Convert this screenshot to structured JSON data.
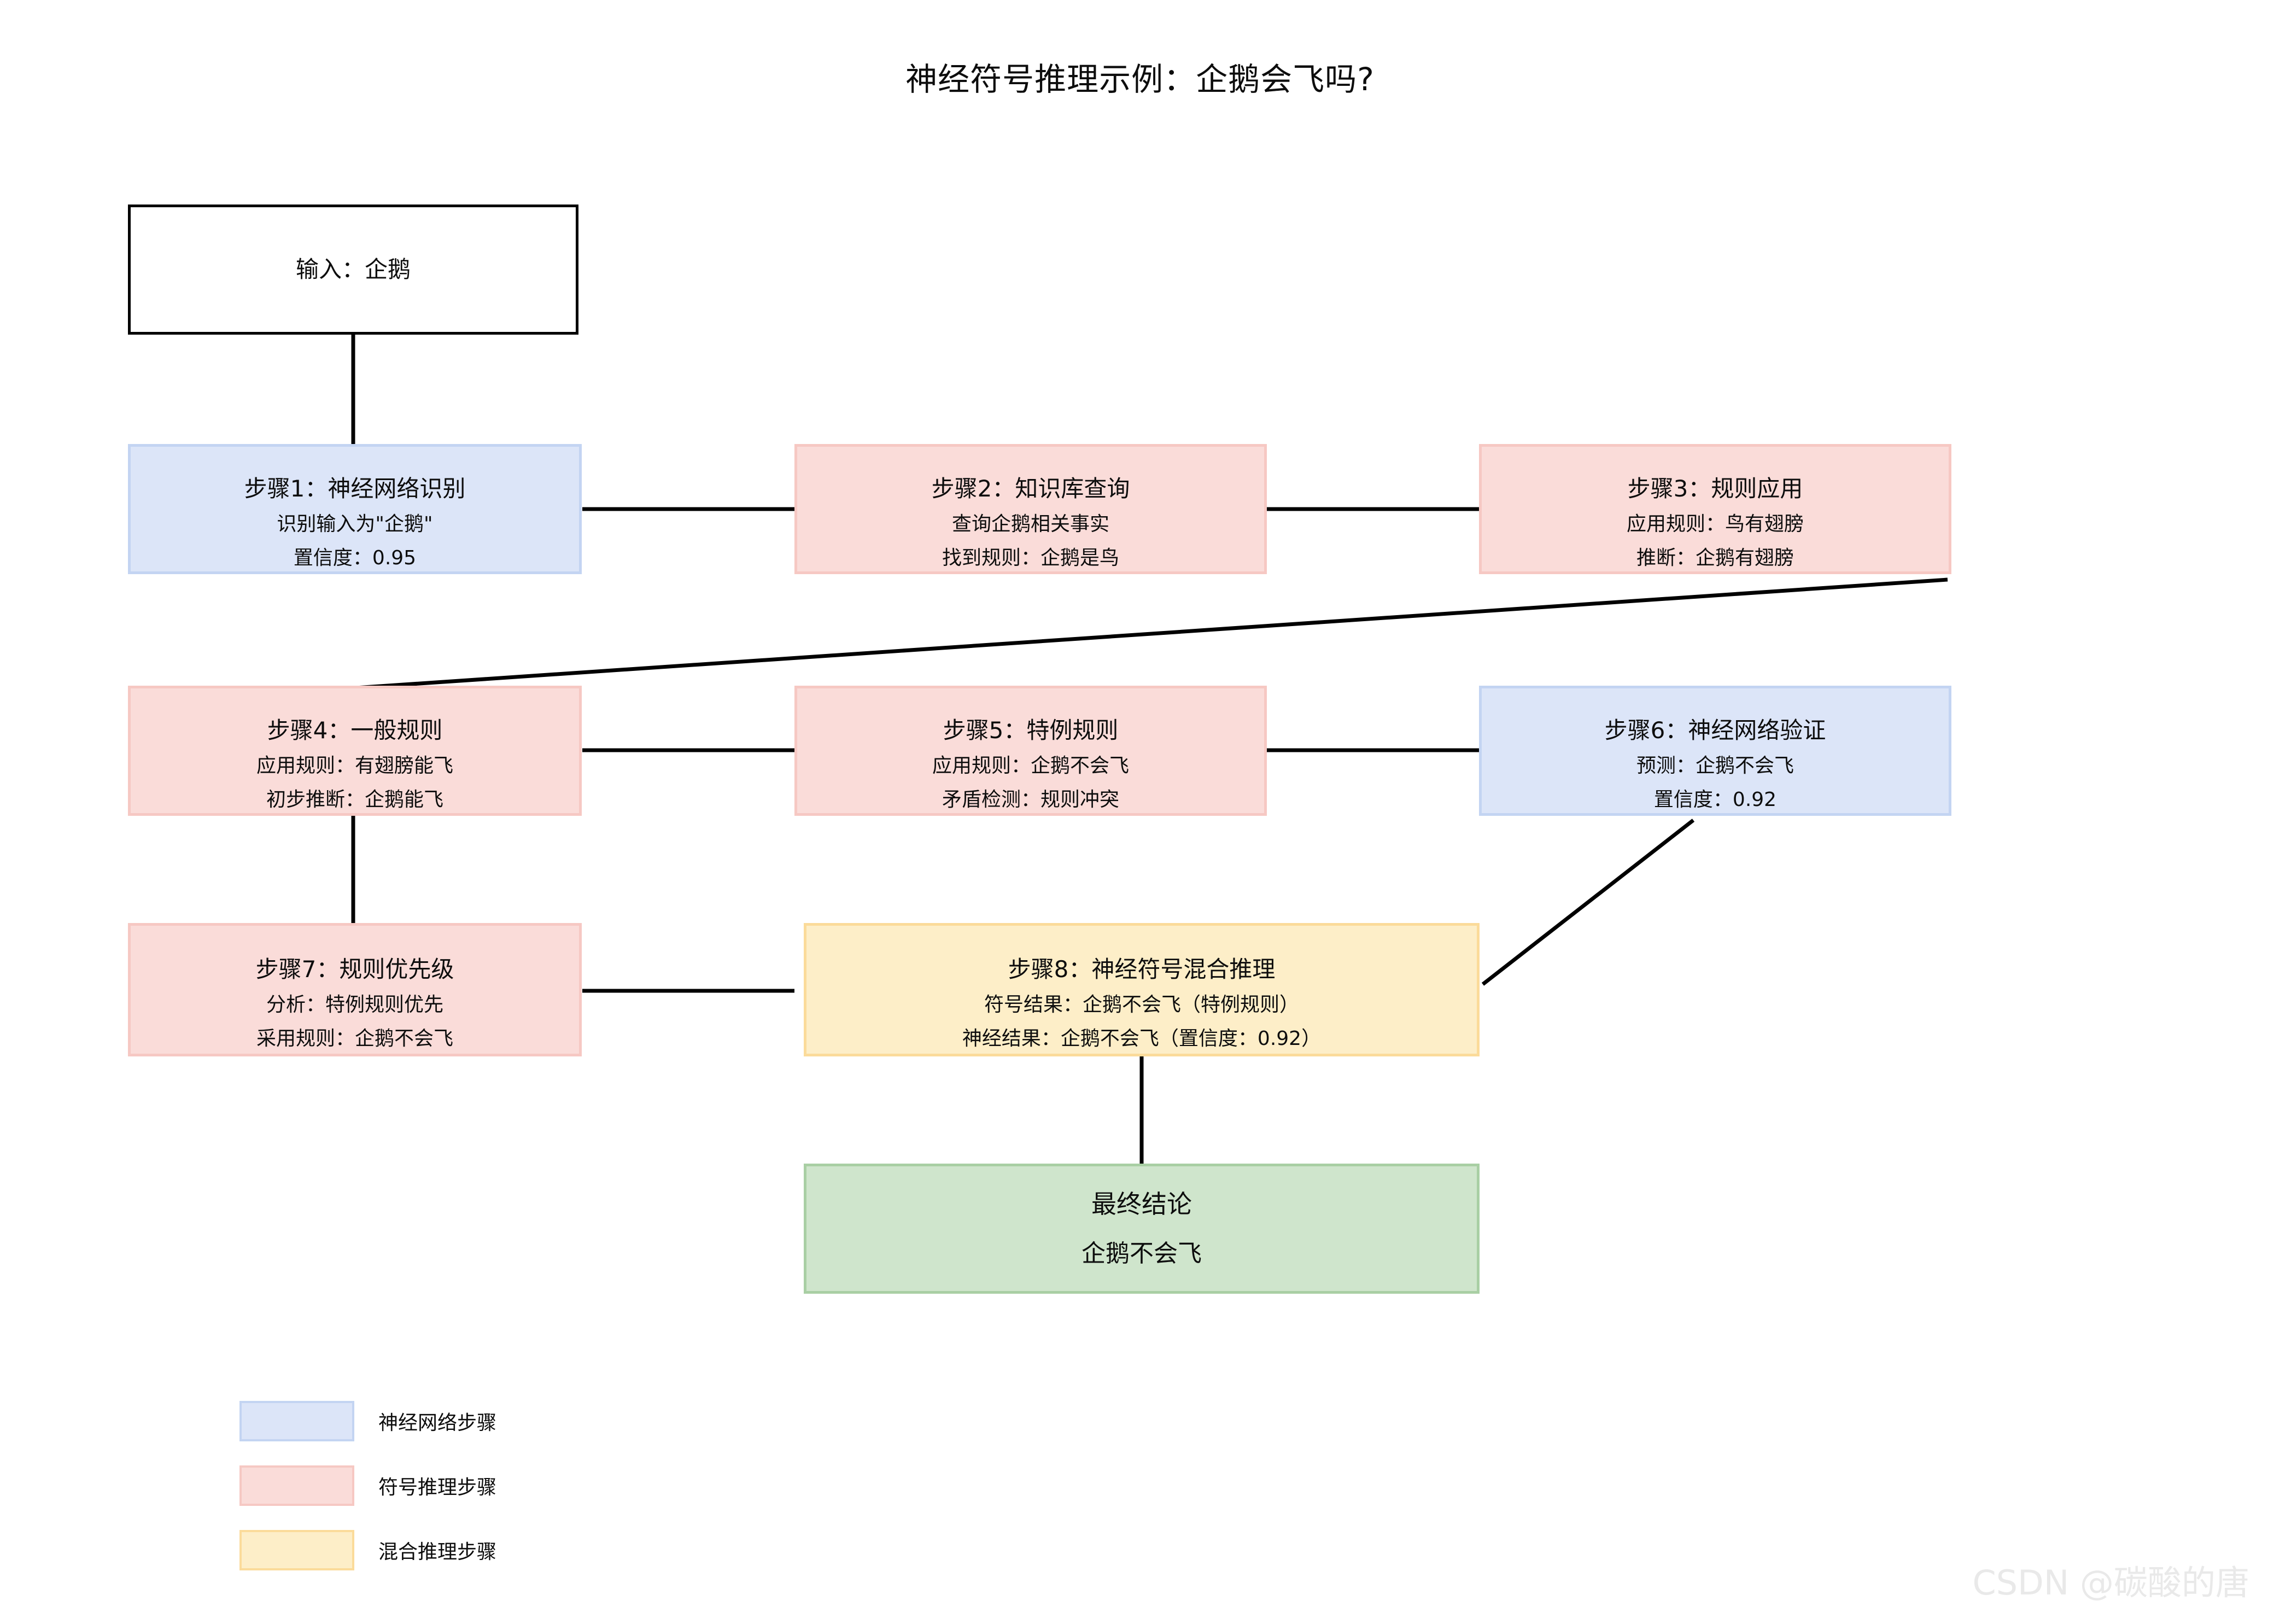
{
  "title": "神经符号推理示例：企鹅会飞吗?",
  "watermark": "CSDN @碳酸的唐",
  "colors": {
    "neural_fill": "#dce5f8",
    "neural_edge": "#c3d4f2",
    "symbolic_fill": "#fadcd9",
    "symbolic_edge": "#f6c8c3",
    "hybrid_fill": "#fdeec8",
    "hybrid_edge": "#fbdb9a",
    "final_fill": "#cfe5cc",
    "final_edge": "#a9cfa4",
    "input_edge": "#000000",
    "edge_line": "#000000"
  },
  "nodes": {
    "input": {
      "title": "输入：企鹅",
      "line2": "",
      "line3": "",
      "kind": "input"
    },
    "step1": {
      "title": "步骤1：神经网络识别",
      "line2": "识别输入为\"企鹅\"",
      "line3": "置信度：0.95",
      "kind": "neural"
    },
    "step2": {
      "title": "步骤2：知识库查询",
      "line2": "查询企鹅相关事实",
      "line3": "找到规则：企鹅是鸟",
      "kind": "symbolic"
    },
    "step3": {
      "title": "步骤3：规则应用",
      "line2": "应用规则：鸟有翅膀",
      "line3": "推断：企鹅有翅膀",
      "kind": "symbolic"
    },
    "step4": {
      "title": "步骤4：一般规则",
      "line2": "应用规则：有翅膀能飞",
      "line3": "初步推断：企鹅能飞",
      "kind": "symbolic"
    },
    "step5": {
      "title": "步骤5：特例规则",
      "line2": "应用规则：企鹅不会飞",
      "line3": "矛盾检测：规则冲突",
      "kind": "symbolic"
    },
    "step6": {
      "title": "步骤6：神经网络验证",
      "line2": "预测：企鹅不会飞",
      "line3": "置信度：0.92",
      "kind": "neural"
    },
    "step7": {
      "title": "步骤7：规则优先级",
      "line2": "分析：特例规则优先",
      "line3": "采用规则：企鹅不会飞",
      "kind": "symbolic"
    },
    "step8": {
      "title": "步骤8：神经符号混合推理",
      "line2": "符号结果：企鹅不会飞（特例规则）",
      "line3": "神经结果：企鹅不会飞（置信度：0.92）",
      "kind": "hybrid"
    },
    "final": {
      "title": "最终结论",
      "line2": "企鹅不会飞",
      "line3": "",
      "kind": "final"
    }
  },
  "legend": {
    "items": [
      {
        "label": "神经网络步骤",
        "swatch": "neural"
      },
      {
        "label": "符号推理步骤",
        "swatch": "symbolic"
      },
      {
        "label": "混合推理步骤",
        "swatch": "hybrid"
      }
    ]
  }
}
